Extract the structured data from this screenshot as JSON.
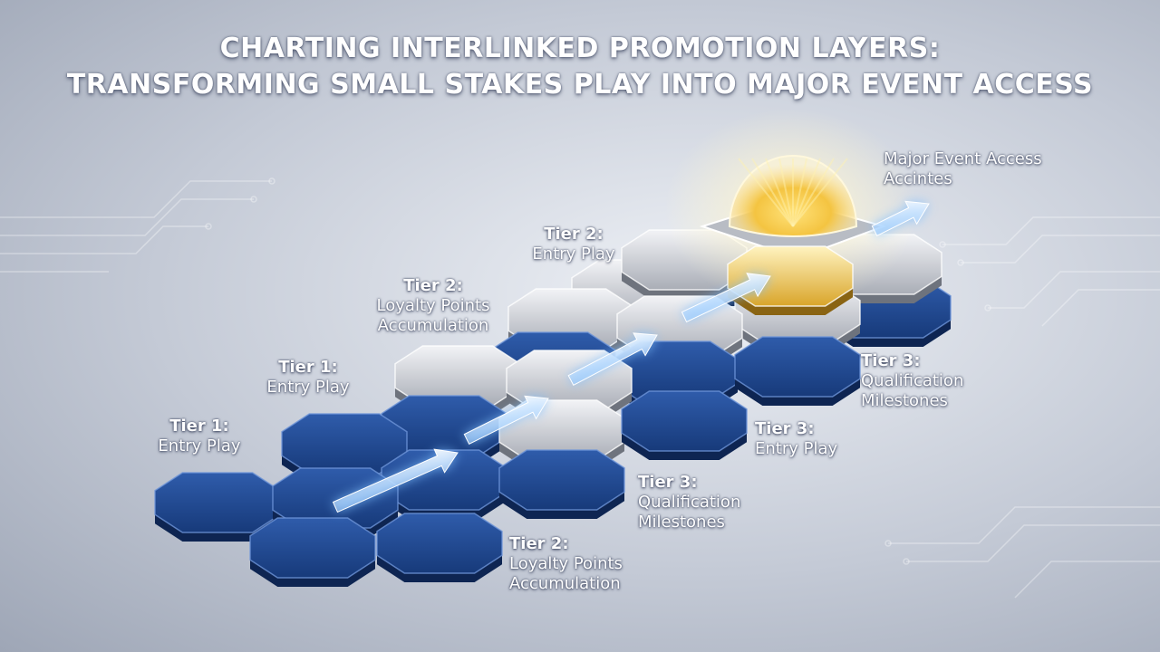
{
  "title": {
    "line1": "CHARTING INTERLINKED PROMOTION LAYERS:",
    "line2": "TRANSFORMING SMALL STAKES PLAY INTO MAJOR EVENT ACCESS"
  },
  "goal": {
    "line1": "Major Event Access",
    "line2": "Accintes"
  },
  "labels": [
    {
      "tier": "Tier 1:",
      "line1": "Entry Play",
      "line2": ""
    },
    {
      "tier": "Tier 1:",
      "line1": "Entry Play",
      "line2": ""
    },
    {
      "tier": "Tier 2:",
      "line1": "Loyalty Points",
      "line2": "Accumulation"
    },
    {
      "tier": "Tier 2:",
      "line1": "Entry Play",
      "line2": ""
    },
    {
      "tier": "Tier 2:",
      "line1": "Loyalty Points",
      "line2": "Accumulation"
    },
    {
      "tier": "Tier 3:",
      "line1": "Qualification",
      "line2": "Milestones"
    },
    {
      "tier": "Tier 3:",
      "line1": "Entry Play",
      "line2": ""
    },
    {
      "tier": "Tier 3:",
      "line1": "Qualification",
      "line2": "Milestones"
    }
  ],
  "colors": {
    "blue_tile": "#1f4a94",
    "silver_tile": "#c9ccd2",
    "gold_glow": "#f5c542",
    "arrow": "#e9f4ff"
  }
}
